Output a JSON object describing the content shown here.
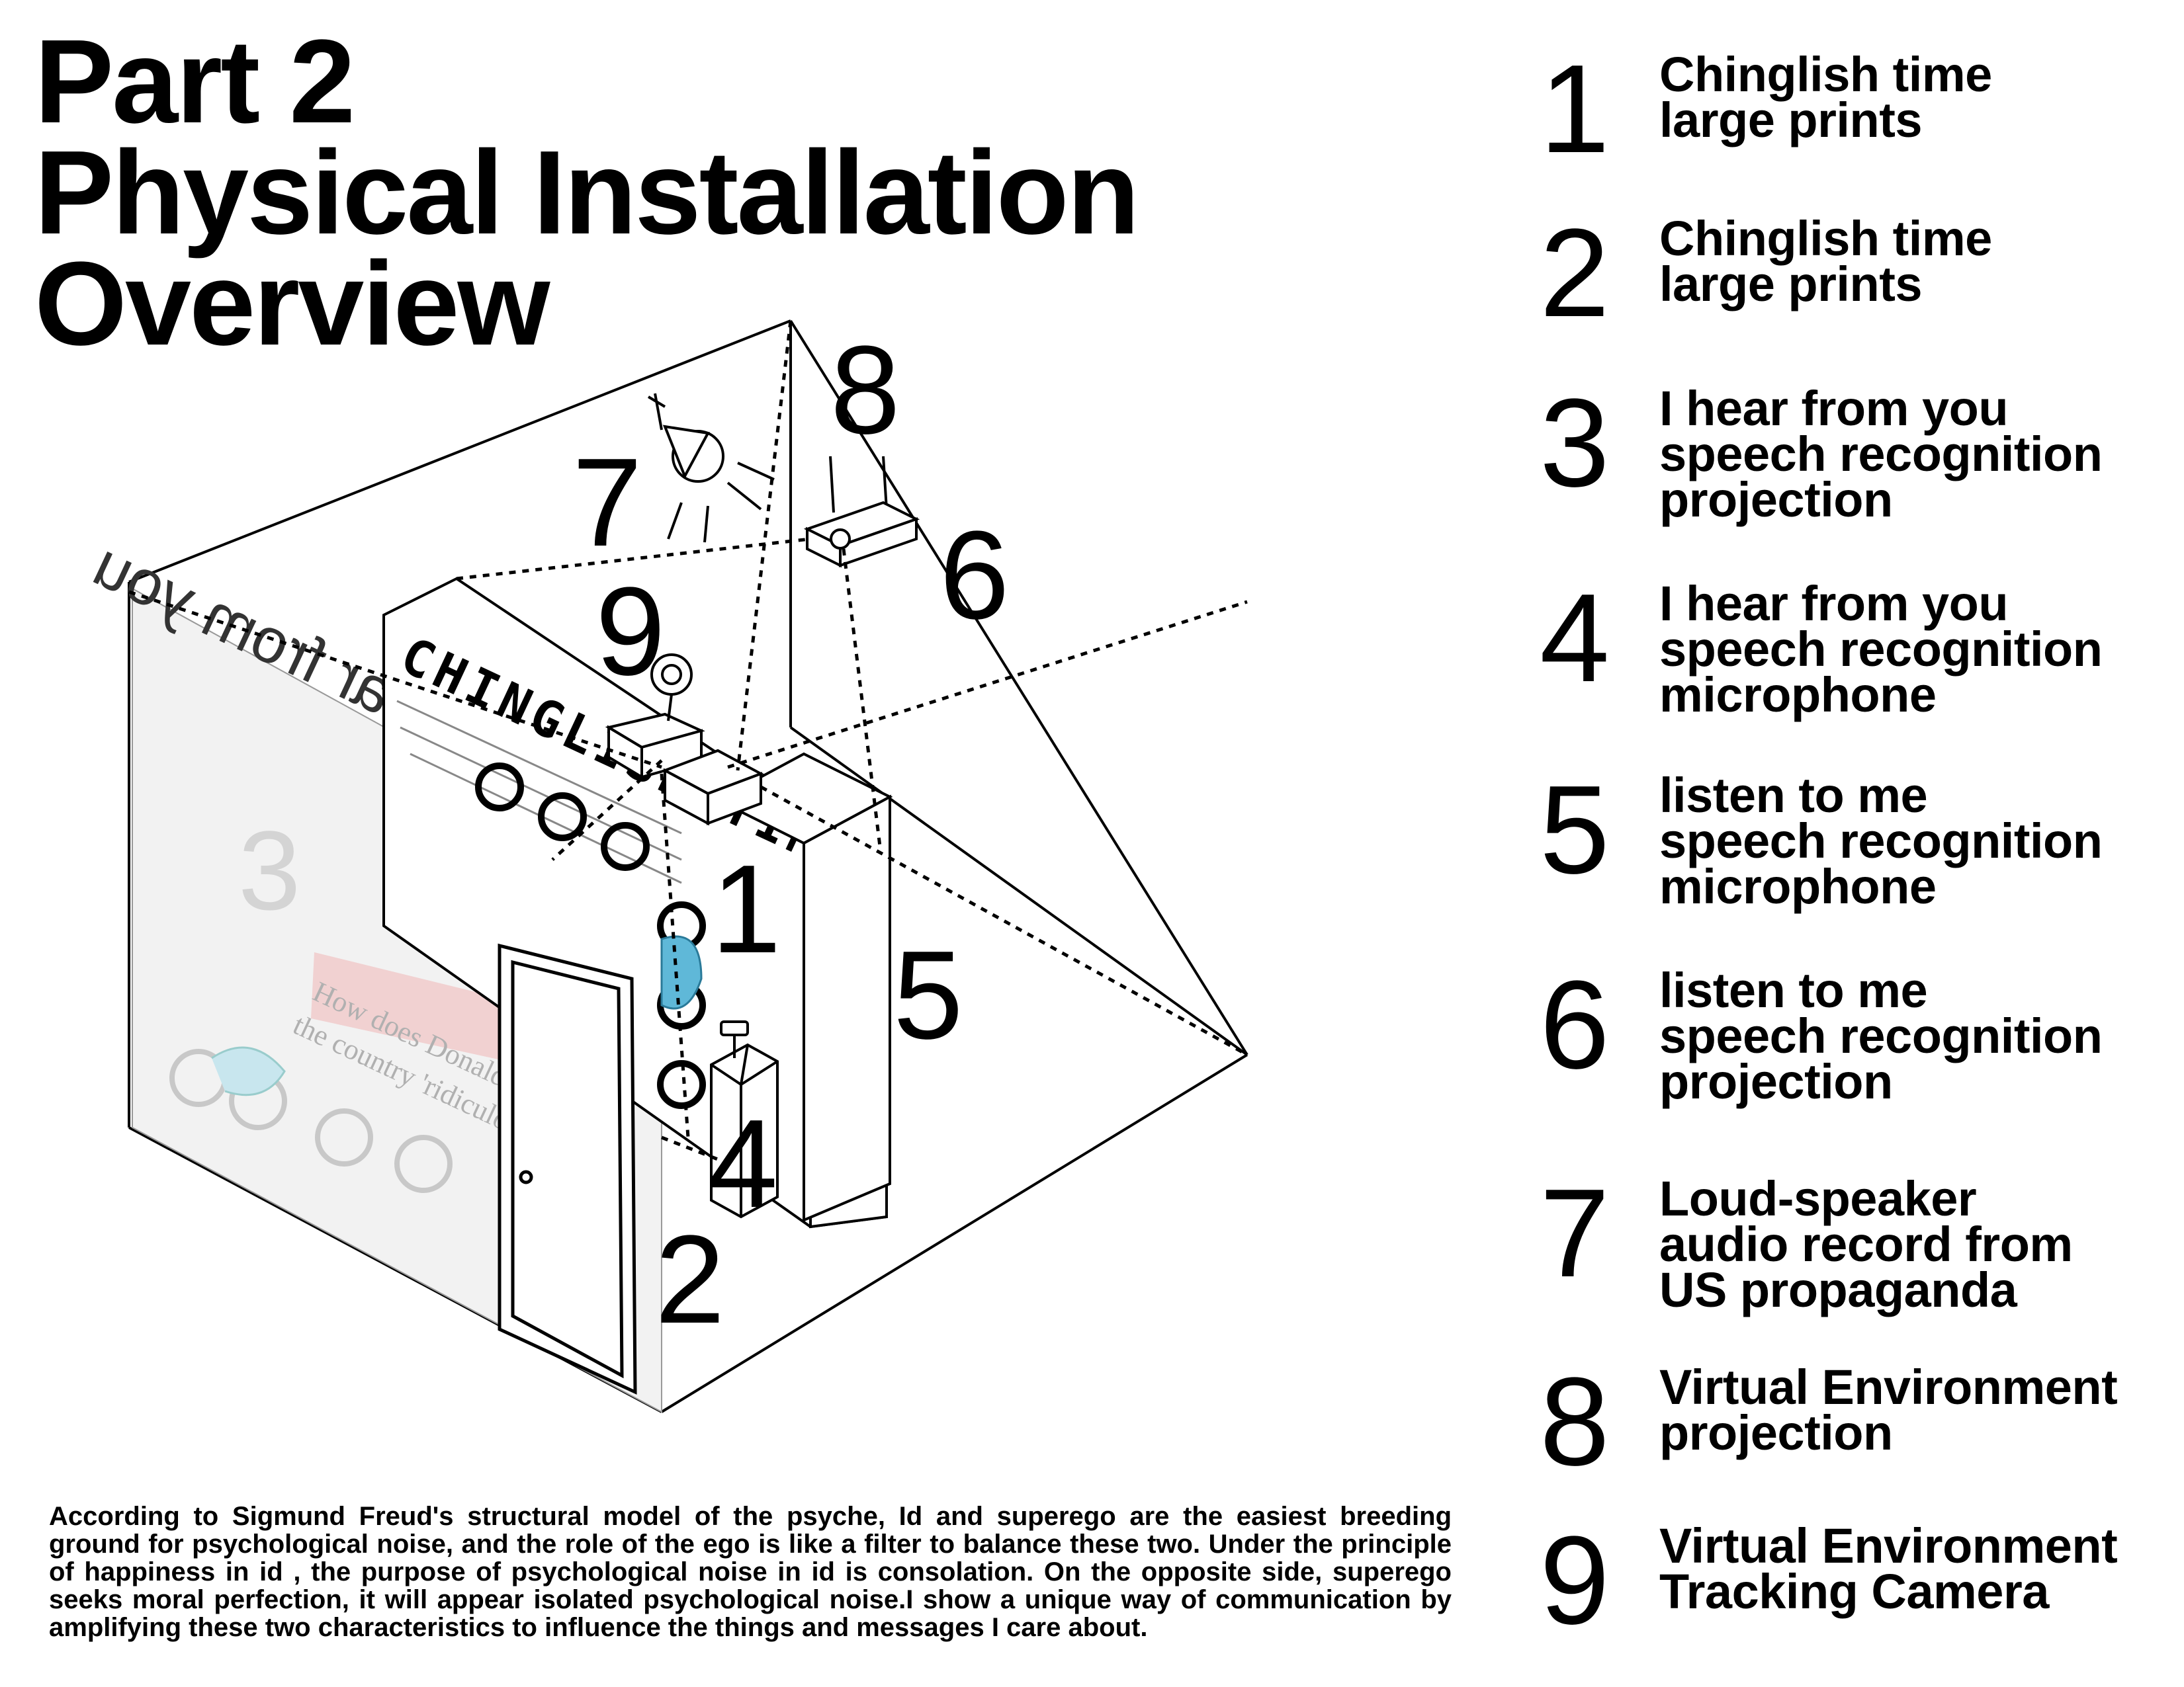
{
  "title": {
    "line1": "Part 2",
    "line2": "Physical Installation",
    "line3": "Overview"
  },
  "diagram": {
    "callouts": [
      "1",
      "2",
      "3",
      "4",
      "5",
      "6",
      "7",
      "8",
      "9"
    ],
    "wall_print_heading": "CHINGLISH TIME",
    "projection_text": "I hear from you",
    "projection_number": "3",
    "print_snippet_1": "How does Donald Trump",
    "print_snippet_2": "the country 'ridiculously'"
  },
  "legend": [
    {
      "number": "1",
      "lines": [
        "Chinglish time",
        "large prints"
      ]
    },
    {
      "number": "2",
      "lines": [
        "Chinglish time",
        "large prints"
      ]
    },
    {
      "number": "3",
      "lines": [
        "I hear from you",
        "speech recognition",
        "projection"
      ]
    },
    {
      "number": "4",
      "lines": [
        "I hear from you",
        "speech recognition",
        "microphone"
      ]
    },
    {
      "number": "5",
      "lines": [
        "listen to me",
        "speech recognition",
        "microphone"
      ]
    },
    {
      "number": "6",
      "lines": [
        "listen to me",
        "speech recognition",
        "projection"
      ]
    },
    {
      "number": "7",
      "lines": [
        "Loud-speaker",
        "audio record from",
        "US propaganda"
      ]
    },
    {
      "number": "8",
      "lines": [
        "Virtual Environment",
        "projection"
      ]
    },
    {
      "number": "9",
      "lines": [
        "Virtual Environment",
        "Tracking Camera"
      ]
    }
  ],
  "description": "According to Sigmund Freud's structural model of the psyche, Id and superego are the easiest breeding ground for psychological noise, and the role of the ego is like a filter to balance these two. Under the principle of happiness in id , the purpose of psychological noise in id is consolation. On the opposite side, superego seeks moral perfection, it will appear  isolated psychological noise.I show a unique way of communication by amplifying these two characteristics to influence the things and messages I care about."
}
